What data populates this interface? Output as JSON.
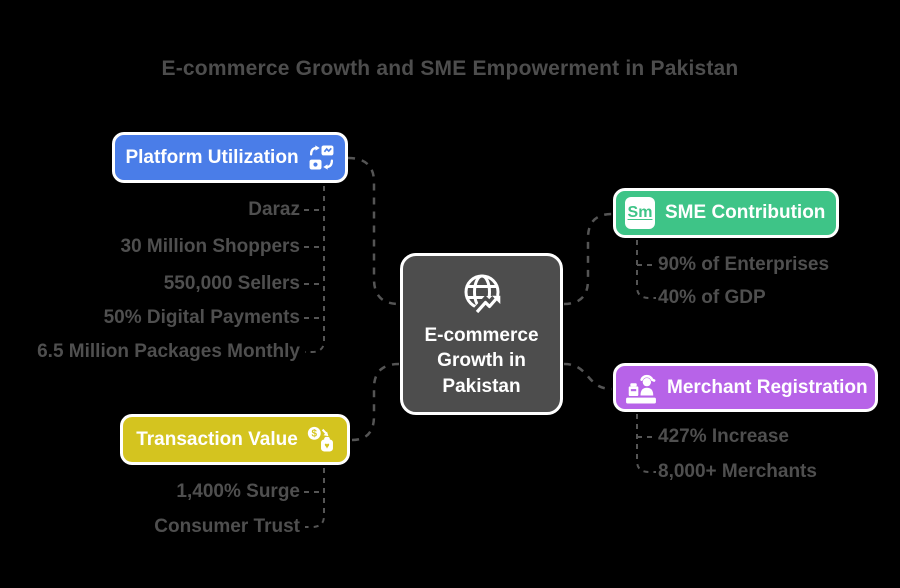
{
  "title": "E-commerce Growth and SME Empowerment in Pakistan",
  "style": {
    "background": "#000000",
    "text_color": "#4d4d4d",
    "line_color": "#555555"
  },
  "center_node": {
    "label": "E-commerce Growth in Pakistan",
    "icon": "globe-growth-icon",
    "color": "#4d4d4d"
  },
  "branches": {
    "platform": {
      "label": "Platform Utilization",
      "icon": "platform-sync-icon",
      "color": "#4a7de8",
      "items": [
        "Daraz",
        "30 Million Shoppers",
        "550,000 Sellers",
        "50% Digital Payments",
        "6.5 Million Packages Monthly"
      ]
    },
    "sme": {
      "label": "SME Contribution",
      "icon": "sme-badge-icon",
      "icon_text": "Sm",
      "color": "#3ec487",
      "items": [
        "90% of Enterprises",
        "40% of GDP"
      ]
    },
    "merchant": {
      "label": "Merchant Registration",
      "icon": "merchant-register-icon",
      "color": "#b763e8",
      "items": [
        "427% Increase",
        "8,000+ Merchants"
      ]
    },
    "transaction": {
      "label": "Transaction Value",
      "icon": "money-donation-icon",
      "color": "#d4c41f",
      "items": [
        "1,400% Surge",
        "Consumer Trust"
      ]
    }
  }
}
